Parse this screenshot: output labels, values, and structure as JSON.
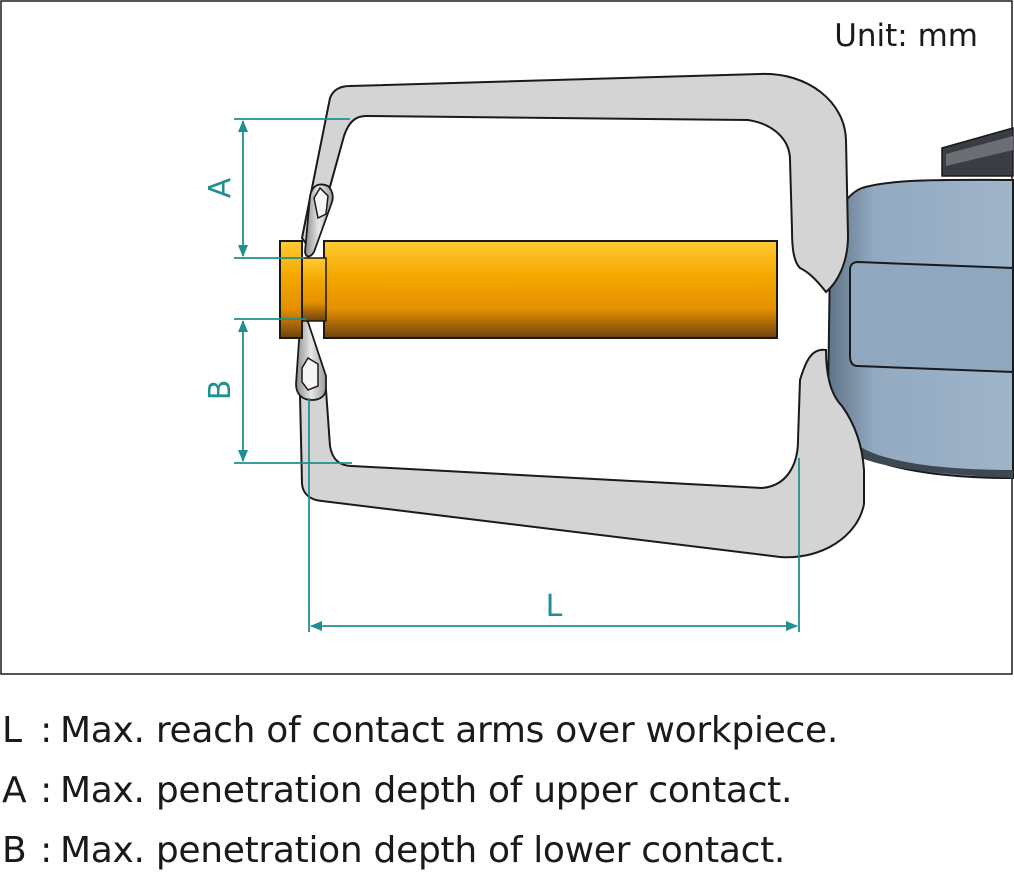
{
  "diagram": {
    "unit_label": "Unit: mm",
    "dimensions": {
      "a_label": "A",
      "b_label": "B",
      "l_label": "L"
    },
    "colors": {
      "dimension": "#1f8f91",
      "arm_fill": "#d4d4d4",
      "workpiece": "#f0a000",
      "gauge_body": "#8ea5bd",
      "outline": "#1a1a1a"
    }
  },
  "legend": [
    {
      "key": "L",
      "separator": ":",
      "text": "Max. reach of contact arms over workpiece."
    },
    {
      "key": "A",
      "separator": ":",
      "text": "Max. penetration depth of upper contact."
    },
    {
      "key": "B",
      "separator": ":",
      "text": "Max. penetration depth of lower contact."
    }
  ]
}
